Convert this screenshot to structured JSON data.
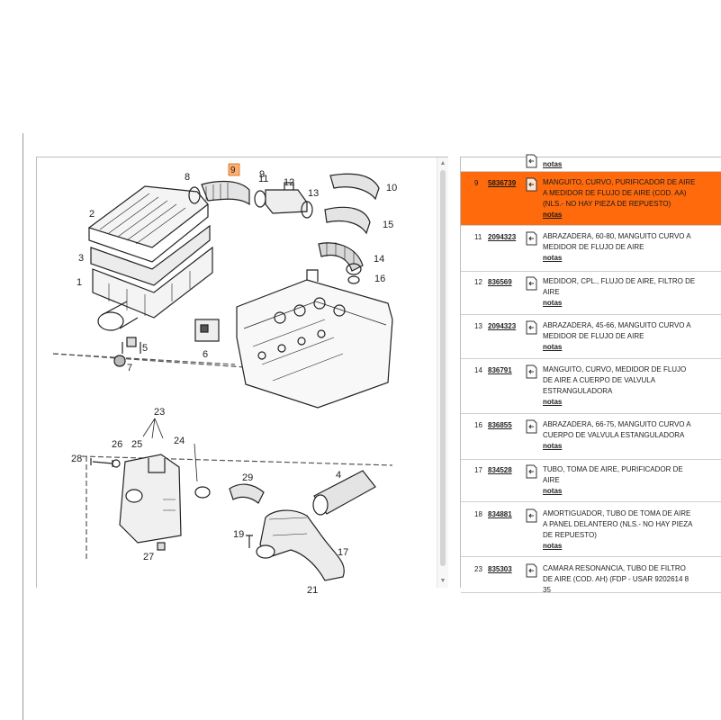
{
  "diagram": {
    "callouts": [
      "8",
      "9",
      "11",
      "12",
      "13",
      "10",
      "15",
      "14",
      "16",
      "2",
      "3",
      "1",
      "5",
      "6",
      "7",
      "23",
      "26",
      "25",
      "24",
      "28",
      "29",
      "4",
      "19",
      "17",
      "27",
      "21"
    ]
  },
  "parts_list": {
    "top_notes_label": "notas",
    "rows": [
      {
        "num": "9",
        "part_number": "5836739",
        "description": "MANGUITO, CURVO, PURIFICADOR DE AIRE A MEDIDOR DE FLUJO DE AIRE (COD. AA) (NLS.- NO HAY PIEZA DE REPUESTO)",
        "notes": "notas",
        "highlighted": true
      },
      {
        "num": "11",
        "part_number": "2094323",
        "description": "ABRAZADERA, 60-80, MANGUITO CURVO A MEDIDOR DE FLUJO DE AIRE",
        "notes": "notas",
        "highlighted": false
      },
      {
        "num": "12",
        "part_number": "836569",
        "description": "MEDIDOR, CPL., FLUJO DE AIRE, FILTRO DE AIRE",
        "notes": "notas",
        "highlighted": false
      },
      {
        "num": "13",
        "part_number": "2094323",
        "description": "ABRAZADERA, 45-66, MANGUITO CURVO A MEDIDOR DE FLUJO DE AIRE",
        "notes": "notas",
        "highlighted": false
      },
      {
        "num": "14",
        "part_number": "836791",
        "description": "MANGUITO, CURVO, MEDIDOR DE FLUJO DE AIRE A CUERPO DE VALVULA ESTRANGULADORA",
        "notes": "notas",
        "highlighted": false
      },
      {
        "num": "16",
        "part_number": "836855",
        "description": "ABRAZADERA, 66-75, MANGUITO CURVO A CUERPO DE VALVULA ESTANGULADORA",
        "notes": "notas",
        "highlighted": false
      },
      {
        "num": "17",
        "part_number": "834528",
        "description": "TUBO, TOMA DE AIRE, PURIFICADOR DE AIRE",
        "notes": "notas",
        "highlighted": false
      },
      {
        "num": "18",
        "part_number": "834881",
        "description": "AMORTIGUADOR, TUBO DE TOMA DE AIRE A PANEL DELANTERO (NLS.- NO HAY PIEZA DE REPUESTO)",
        "notes": "notas",
        "highlighted": false
      },
      {
        "num": "23",
        "part_number": "835303",
        "description": "CAMARA RESONANCIA, TUBO DE FILTRO DE AIRE (COD. AH) (FDP - USAR 9202614 8 35",
        "notes": "",
        "highlighted": false
      }
    ]
  },
  "colors": {
    "highlight": "#ff6a0d",
    "text": "#222222",
    "divider": "#cfcfcf"
  },
  "icons": {
    "row_icon": "document-arrow-icon"
  }
}
